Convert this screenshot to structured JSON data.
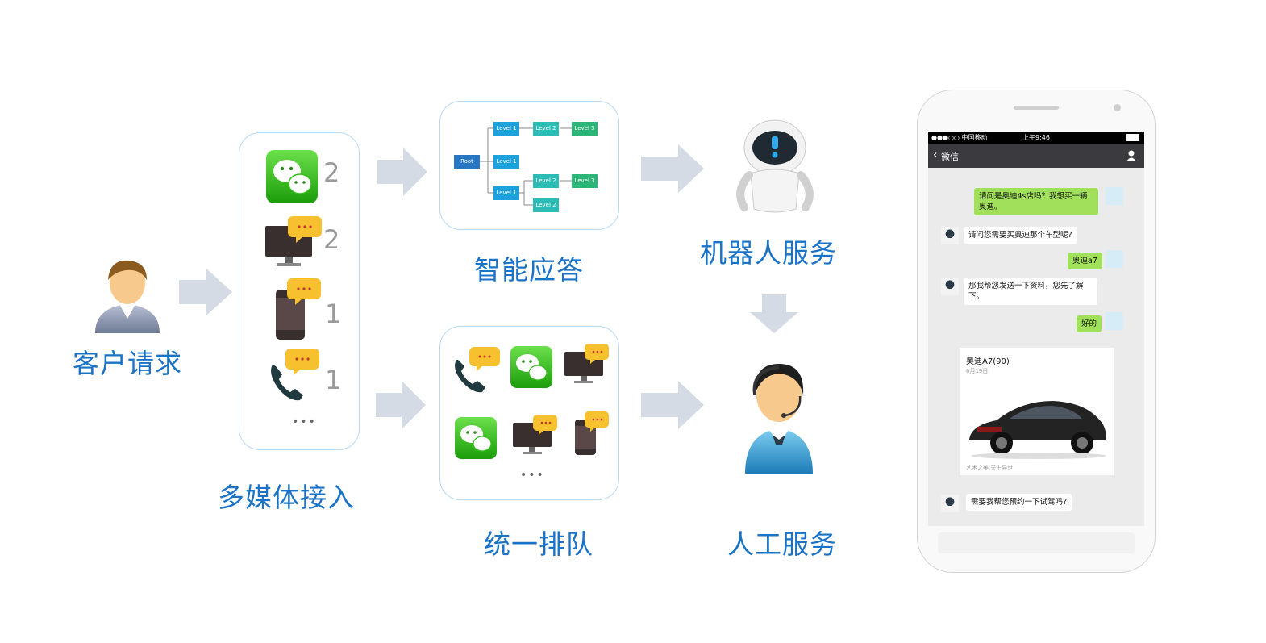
{
  "labels": {
    "customer": "客户请求",
    "multimedia": "多媒体接入",
    "smart_answer": "智能应答",
    "queue": "统一排队",
    "robot": "机器人服务",
    "human": "人工服务"
  },
  "channels": [
    {
      "icon": "wechat-icon",
      "count": "2"
    },
    {
      "icon": "monitor-chat-icon",
      "count": "2"
    },
    {
      "icon": "mobile-chat-icon",
      "count": "1"
    },
    {
      "icon": "phone-chat-icon",
      "count": "1"
    }
  ],
  "ellipsis": "•••",
  "tree": {
    "root": "Root",
    "level1_a": "Level 1",
    "level1_b": "Level 1",
    "level1_c": "Level 1",
    "level2_a": "Level 2",
    "level2_b": "Level 2",
    "level2_c": "Level 2",
    "level3_a": "Level 3",
    "level3_b": "Level 3"
  },
  "phone": {
    "carrier": "●●●○○ 中国移动",
    "time": "上午9:46",
    "back_label": "微信",
    "messages": [
      {
        "side": "right",
        "text": "请问是奥迪4s店吗？我想买一辆奥迪。"
      },
      {
        "side": "left",
        "text": "请问您需要买奥迪那个车型呢?"
      },
      {
        "side": "right",
        "text": "奥迪a7"
      },
      {
        "side": "left",
        "text": "那我帮您发送一下资料，您先了解下。"
      },
      {
        "side": "right",
        "text": "好的"
      },
      {
        "side": "left",
        "text": "需要我帮您预约一下试驾吗?"
      }
    ],
    "card": {
      "title": "奥迪A7(90)",
      "date": "6月19日",
      "footer": "艺术之美  天生异世"
    }
  },
  "colors": {
    "label_blue": "#1a73c6",
    "arrow": "#d5dbe5",
    "panel_border": "#b9d9f3",
    "wechat_green": "#2fbf16",
    "bubble_green": "#a0e05a",
    "node_blue": "#1da1dd",
    "node_teal": "#2bbcb5",
    "node_green": "#2bb678",
    "root_blue": "#2776c4"
  }
}
